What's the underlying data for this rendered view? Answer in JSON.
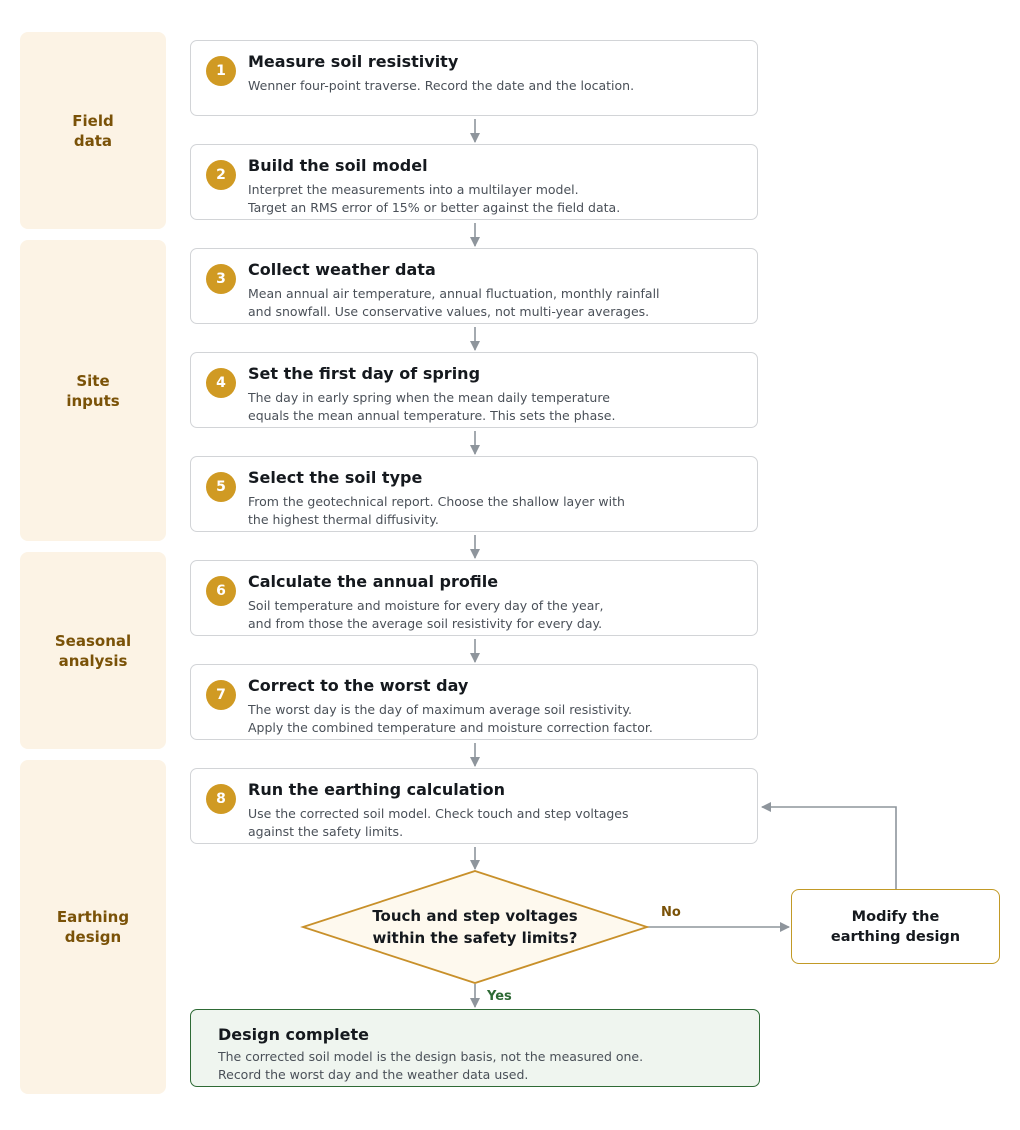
{
  "phases": [
    {
      "label": "Field\ndata"
    },
    {
      "label": "Site\ninputs"
    },
    {
      "label": "Seasonal\nanalysis"
    },
    {
      "label": "Earthing\ndesign"
    }
  ],
  "steps": [
    {
      "number": "1",
      "title": "Measure soil resistivity",
      "desc": "Wenner four-point traverse. Record the date and the location."
    },
    {
      "number": "2",
      "title": "Build the soil model",
      "desc": "Interpret the measurements into a multilayer model.\nTarget an RMS error of 15% or better against the field data."
    },
    {
      "number": "3",
      "title": "Collect weather data",
      "desc": "Mean annual air temperature, annual fluctuation, monthly rainfall\nand snowfall. Use conservative values, not multi-year averages."
    },
    {
      "number": "4",
      "title": "Set the first day of spring",
      "desc": "The day in early spring when the mean daily temperature\nequals the mean annual temperature. This sets the phase."
    },
    {
      "number": "5",
      "title": "Select the soil type",
      "desc": "From the geotechnical report. Choose the shallow layer with\nthe highest thermal diffusivity."
    },
    {
      "number": "6",
      "title": "Calculate the annual profile",
      "desc": "Soil temperature and moisture for every day of the year,\nand from those the average soil resistivity for every day."
    },
    {
      "number": "7",
      "title": "Correct to the worst day",
      "desc": "The worst day is the day of maximum average soil resistivity.\nApply the combined temperature and moisture correction factor."
    },
    {
      "number": "8",
      "title": "Run the earthing calculation",
      "desc": "Use the corrected soil model. Check touch and step voltages\nagainst the safety limits."
    }
  ],
  "decision": {
    "text": "Touch and step voltages\nwithin the safety limits?"
  },
  "edges": {
    "no": "No",
    "yes": "Yes"
  },
  "modify": {
    "label": "Modify the\nearthing design"
  },
  "complete": {
    "title": "Design complete",
    "desc": "The corrected soil model is the design basis, not the measured one.\nRecord the worst day and the weather data used."
  },
  "colors": {
    "phase_bg": "#fcf3e5",
    "phase_text": "#7a5208",
    "badge": "#d09a23",
    "connector": "#8e959c",
    "decision_border": "#c8902a",
    "decision_fill": "#fef9ee",
    "done_border": "#2e6a35",
    "done_fill": "#eff5ef",
    "no_label": "#7a5208",
    "yes_label": "#2e6a35"
  }
}
